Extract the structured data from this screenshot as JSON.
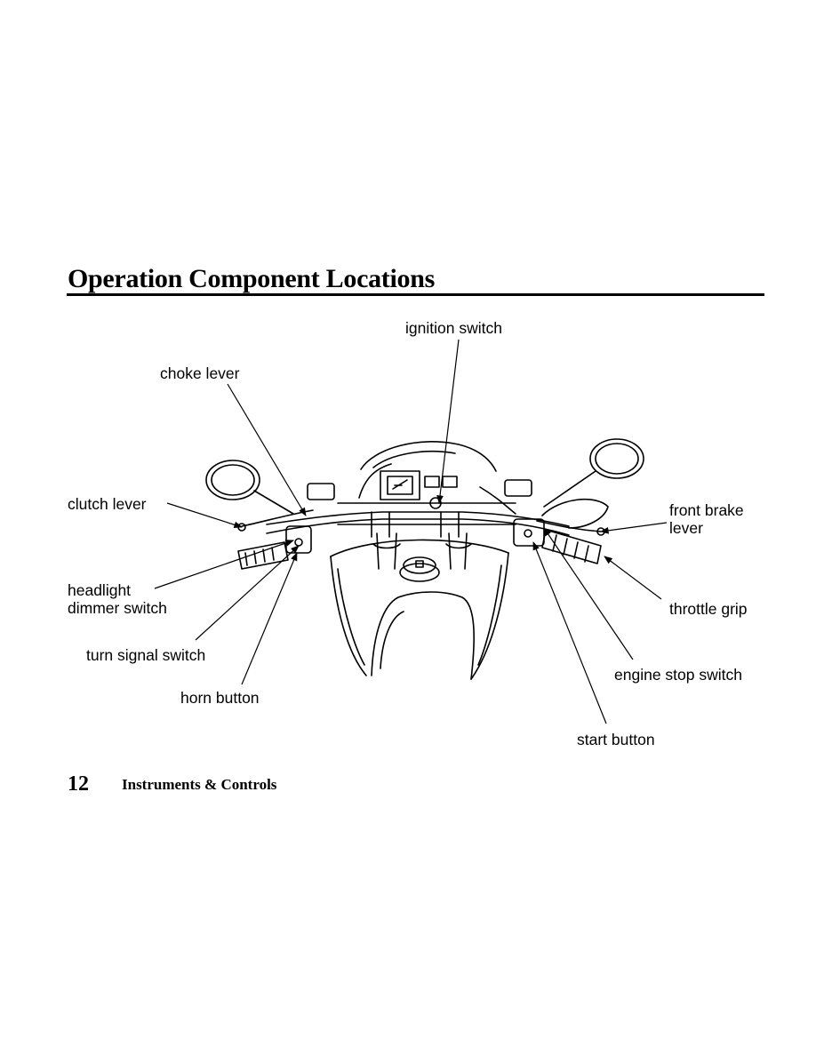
{
  "page": {
    "title": "Operation Component Locations",
    "page_number": "12",
    "section": "Instruments & Controls"
  },
  "labels": {
    "ignition_switch": "ignition switch",
    "choke_lever": "choke lever",
    "clutch_lever": "clutch lever",
    "front_brake_lever_line1": "front brake",
    "front_brake_lever_line2": "lever",
    "headlight_line1": "headlight",
    "headlight_line2": "dimmer switch",
    "throttle_grip": "throttle grip",
    "turn_signal_switch": "turn signal switch",
    "engine_stop_switch": "engine stop switch",
    "horn_button": "horn button",
    "start_button": "start button"
  }
}
